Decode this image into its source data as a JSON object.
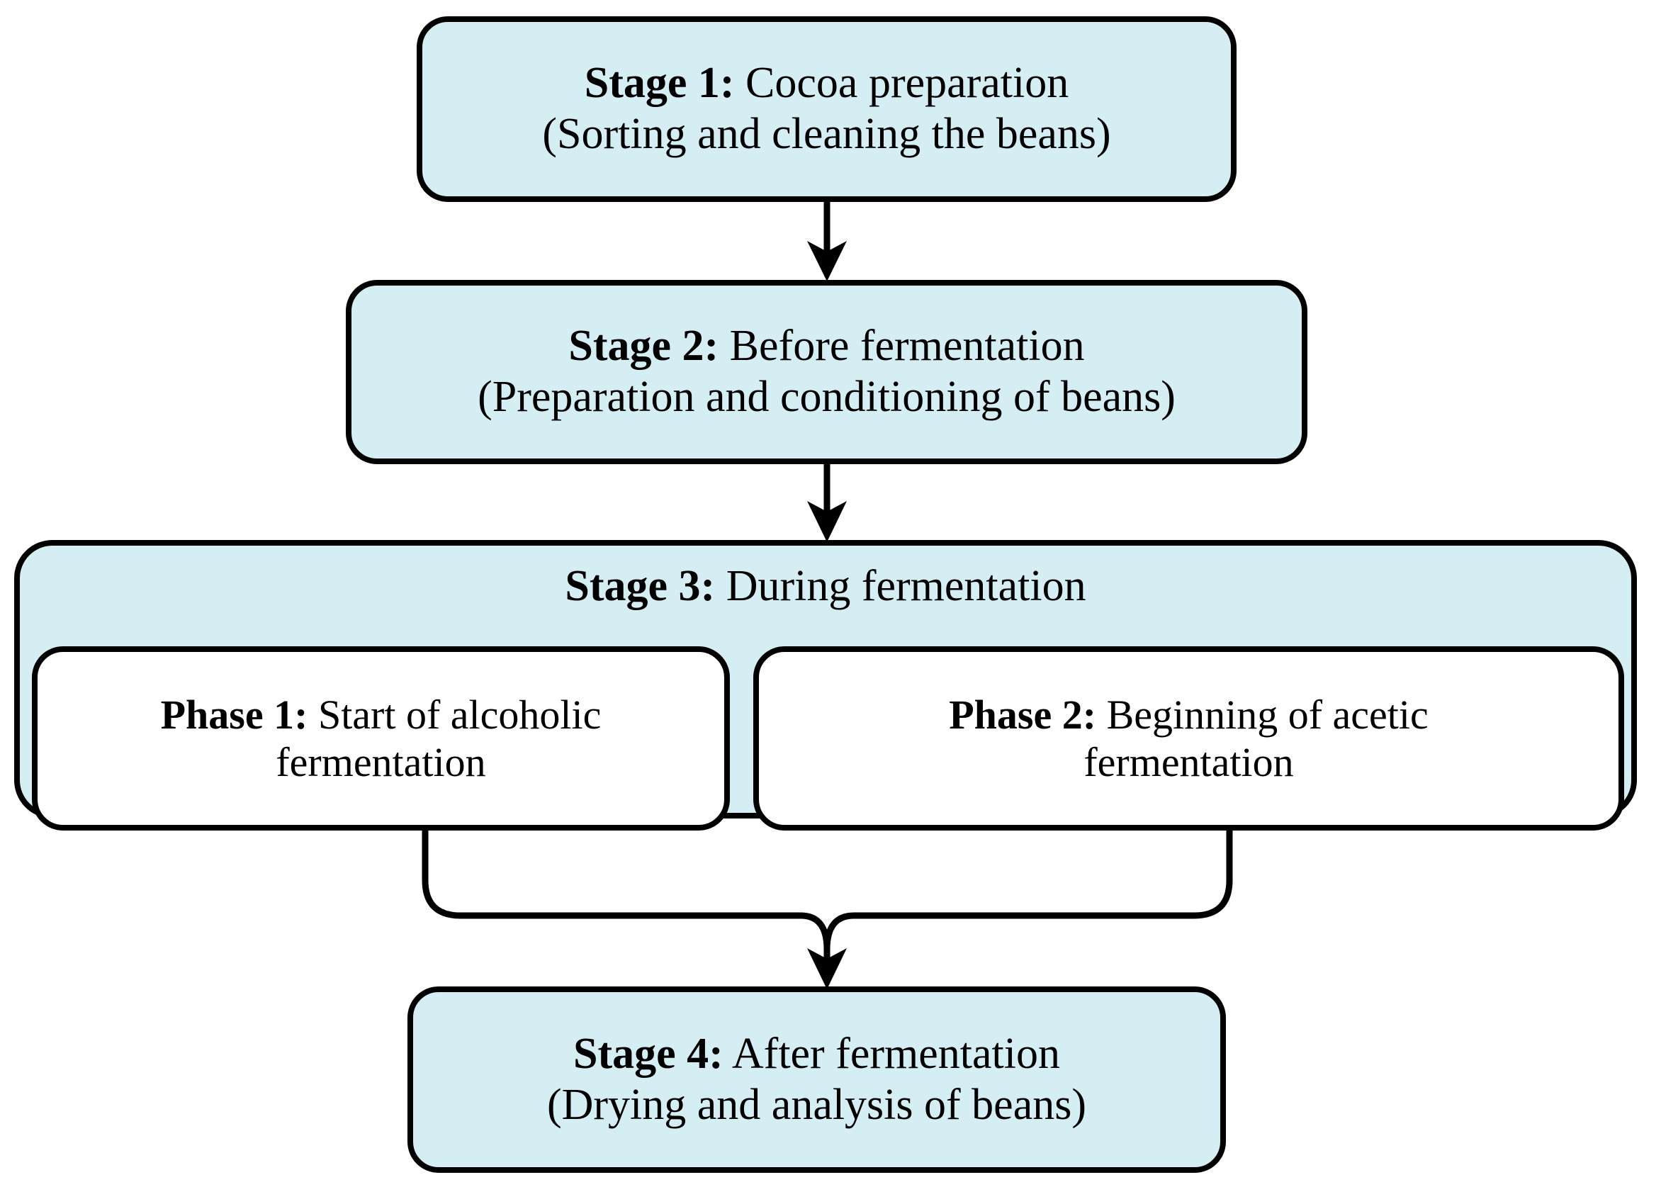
{
  "diagram": {
    "title": "Cocoa fermentation experimental stages flowchart",
    "colors": {
      "node_fill": "#d5eef3",
      "phase_fill": "#ffffff",
      "stroke": "#000000",
      "background": "#ffffff"
    },
    "nodes": {
      "stage1": {
        "label": "Stage 1:",
        "heading": " Cocoa preparation",
        "detail": "(Sorting and cleaning the beans)"
      },
      "stage2": {
        "label": "Stage 2:",
        "heading": " Before fermentation",
        "detail": "(Preparation and conditioning of beans)"
      },
      "stage3": {
        "label": "Stage 3:",
        "heading": " During fermentation"
      },
      "phase1": {
        "label": "Phase 1:",
        "heading": " Start of alcoholic",
        "detail": "fermentation"
      },
      "phase2": {
        "label": "Phase 2:",
        "heading": " Beginning of acetic",
        "detail": "fermentation"
      },
      "stage4": {
        "label": "Stage 4:",
        "heading": " After fermentation",
        "detail": "(Drying and analysis of beans)"
      }
    },
    "connectors": [
      {
        "name": "stage1-to-stage2",
        "from": "stage1",
        "to": "stage2",
        "style": "arrow-down"
      },
      {
        "name": "stage2-to-stage3",
        "from": "stage2",
        "to": "stage3",
        "style": "arrow-down"
      },
      {
        "name": "phase1-to-stage4",
        "from": "phase1",
        "to": "stage4",
        "style": "elbow-merge"
      },
      {
        "name": "phase2-to-stage4",
        "from": "phase2",
        "to": "stage4",
        "style": "elbow-merge"
      }
    ]
  }
}
